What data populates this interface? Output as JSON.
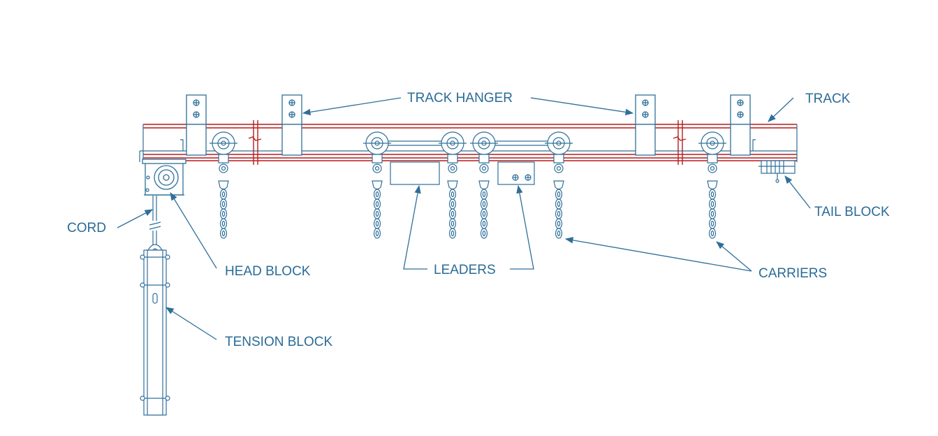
{
  "labels": {
    "track_hanger": "TRACK HANGER",
    "track": "TRACK",
    "tail_block": "TAIL BLOCK",
    "cord": "CORD",
    "head_block": "HEAD BLOCK",
    "leaders": "LEADERS",
    "carriers": "CARRIERS",
    "tension_block": "TENSION BLOCK"
  },
  "colors": {
    "line": "#2e6f99",
    "label": "#2a6b96",
    "track_red": "#b71c1c",
    "background": "#ffffff"
  }
}
